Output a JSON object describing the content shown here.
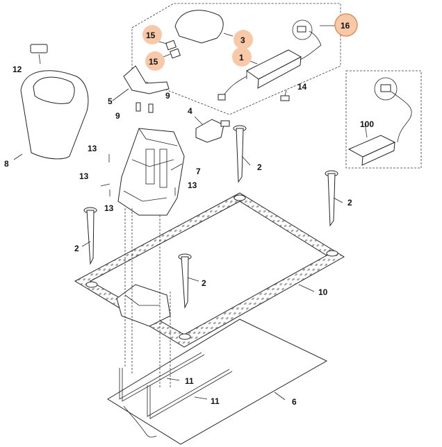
{
  "highlight_color": "#f8c9a9",
  "callouts": {
    "c1": "1",
    "c2a": "2",
    "c2b": "2",
    "c2c": "2",
    "c2d": "2",
    "c3": "3",
    "c4": "4",
    "c5": "5",
    "c6": "6",
    "c7": "7",
    "c8": "8",
    "c9a": "9",
    "c9b": "9",
    "c10": "10",
    "c11a": "11",
    "c11b": "11",
    "c12": "12",
    "c13a": "13",
    "c13b": "13",
    "c13c": "13",
    "c13d": "13",
    "c14": "14",
    "c15a": "15",
    "c15b": "15",
    "c16": "16",
    "c100": "100"
  },
  "highlighted": [
    "c1",
    "c3",
    "c15a",
    "c15b",
    "c16"
  ]
}
